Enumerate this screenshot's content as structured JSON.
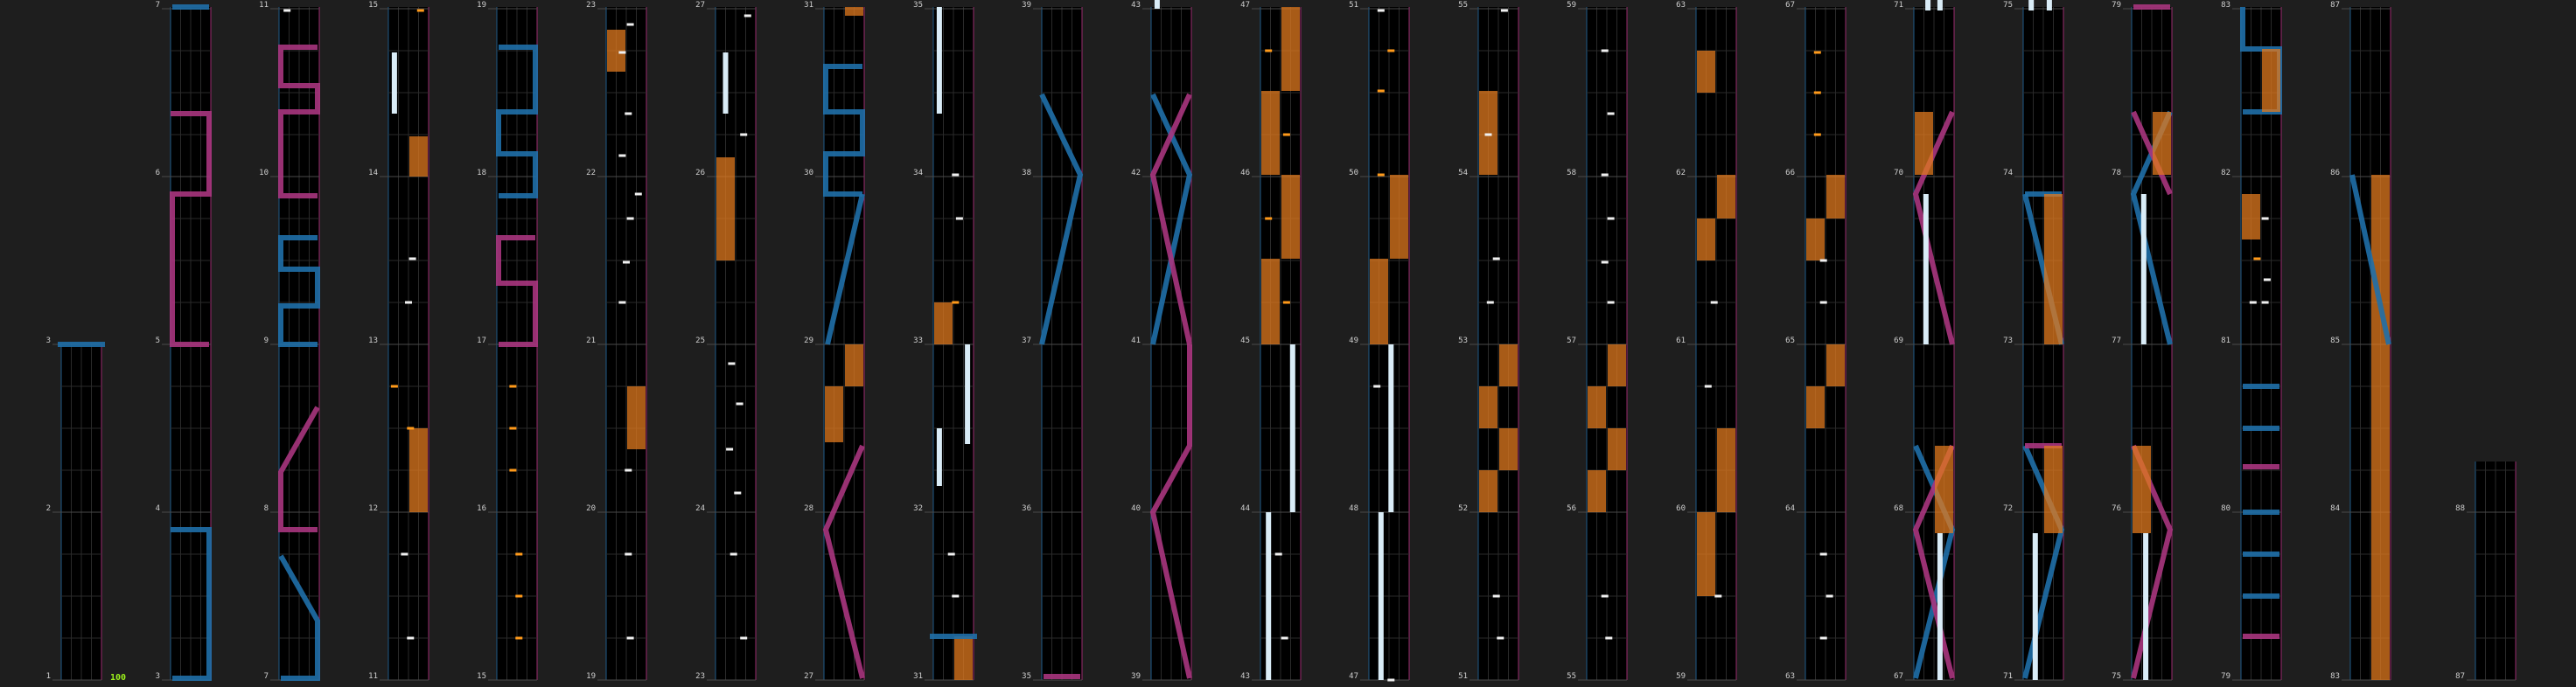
{
  "app": "rhythm chart viewer",
  "combo": "100",
  "colors": {
    "background": "#1e1e1e",
    "lane": "#000000",
    "blue_slide": "#1f6fa8",
    "pink_slide": "#a8357e",
    "hold": "#e07a1f",
    "long": "#d9ecf7",
    "tap": "#f0f0f0",
    "tap_orange": "#ff9a1a"
  },
  "measure_labels": [
    [
      "1",
      "2",
      "3"
    ],
    [
      "3",
      "4",
      "5",
      "6",
      "7"
    ],
    [
      "7",
      "8",
      "9",
      "10",
      "11"
    ],
    [
      "11",
      "12",
      "13",
      "14",
      "15"
    ],
    [
      "15",
      "16",
      "17",
      "18",
      "19"
    ],
    [
      "19",
      "20",
      "21",
      "22",
      "23"
    ],
    [
      "23",
      "24",
      "25",
      "26",
      "27"
    ],
    [
      "27",
      "28",
      "29",
      "30",
      "31"
    ],
    [
      "31",
      "32",
      "33",
      "34",
      "35"
    ],
    [
      "35",
      "36",
      "37",
      "38",
      "39"
    ],
    [
      "39",
      "40",
      "41",
      "42",
      "43"
    ],
    [
      "43",
      "44",
      "45",
      "46",
      "47"
    ],
    [
      "47",
      "48",
      "49",
      "50",
      "51"
    ],
    [
      "51",
      "52",
      "53",
      "54",
      "55"
    ],
    [
      "55",
      "56",
      "57",
      "58",
      "59"
    ],
    [
      "59",
      "60",
      "61",
      "62",
      "63"
    ],
    [
      "63",
      "64",
      "65",
      "66",
      "67"
    ],
    [
      "67",
      "68",
      "69",
      "70",
      "71"
    ],
    [
      "71",
      "72",
      "73",
      "74",
      "75"
    ],
    [
      "75",
      "76",
      "77",
      "78",
      "79"
    ],
    [
      "79",
      "80",
      "81",
      "82",
      "83"
    ],
    [
      "83",
      "84",
      "85",
      "86",
      "87"
    ],
    [
      "87",
      "88"
    ]
  ]
}
